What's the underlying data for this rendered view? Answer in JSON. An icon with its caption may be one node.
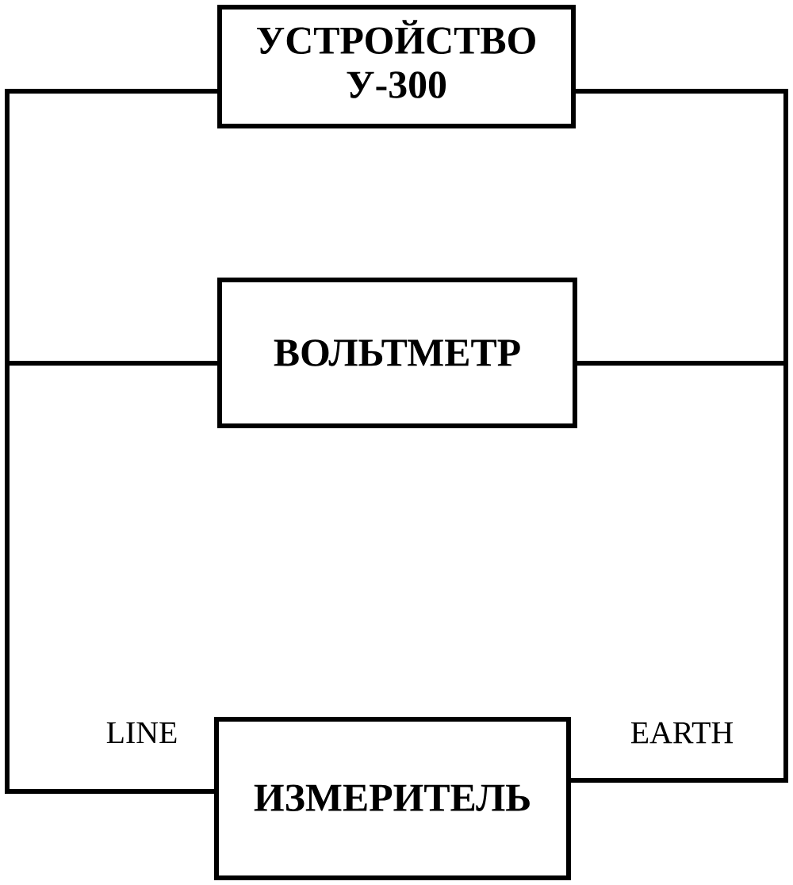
{
  "diagram": {
    "nodes": [
      {
        "text": [
          "УСТРОЙСТВО У-300"
        ]
      },
      {
        "text": [
          "ВОЛЬТМЕТР"
        ]
      },
      {
        "text": [
          "ИЗМЕРИТЕЛЬ"
        ],
        "beside": [
          "LINE",
          "EARTH"
        ]
      }
    ],
    "edges": [
      {
        "from": 0,
        "to": 1,
        "arrow": "none"
      },
      {
        "from": 1,
        "to": 2,
        "arrow": "none"
      },
      {
        "from": 0,
        "to": 1,
        "arrow": "none"
      },
      {
        "from": 1,
        "to": 2,
        "arrow": "none"
      }
    ]
  }
}
